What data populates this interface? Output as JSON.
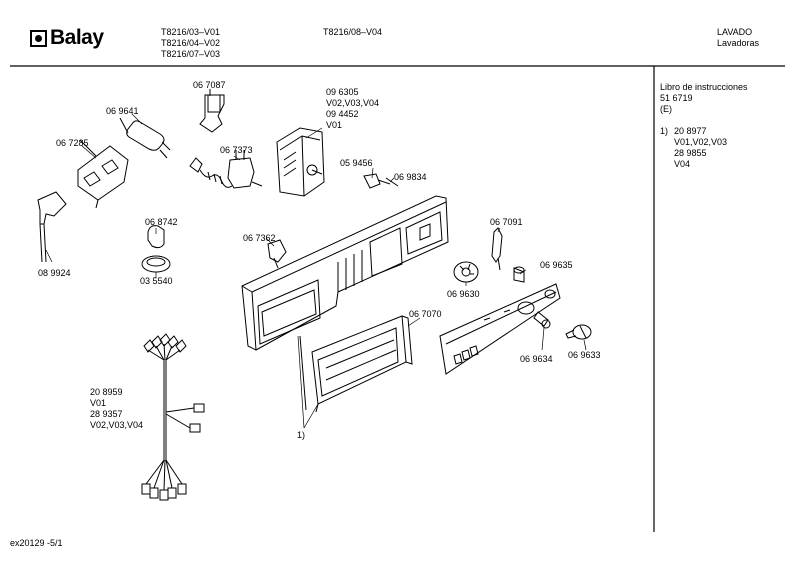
{
  "header": {
    "brand": "Balay",
    "models_col1": [
      "T8216/03–V01",
      "T8216/04–V02",
      "T8216/07–V03"
    ],
    "model_col2": "T8216/08–V04",
    "category": "LAVADO",
    "subcategory": "Lavadoras"
  },
  "side_panel": {
    "manual_title": "Libro de instrucciones",
    "manual_number": "51 6719",
    "manual_lang": "(E)",
    "note_ref": "1)",
    "note_lines": [
      "20 8977",
      "V01,V02,V03",
      "28 9855",
      "V04"
    ]
  },
  "parts": {
    "p067087": "06 7087",
    "p069641": "06 9641",
    "p067285": "06 7285",
    "p067373": "06 7373",
    "p096305": "09 6305",
    "p096305_v1": "V02,V03,V04",
    "p094452": "09 4452",
    "p094452_v": "V01",
    "p059456": "05 9456",
    "p069834": "06 9834",
    "p068742": "06 8742",
    "p089924": "08 9924",
    "p035540": "03 5540",
    "p067362": "06 7362",
    "p067091": "06 7091",
    "p069635": "06 9635",
    "p069630": "06 9630",
    "p067070": "06 7070",
    "p069634": "06 9634",
    "p069633": "06 9633",
    "harness_a": "20 8959",
    "harness_a_v": "V01",
    "harness_b": "28 9357",
    "harness_b_v": "V02,V03,V04",
    "ref1": "1)"
  },
  "footer": {
    "code": "ex20129 -5/1"
  }
}
